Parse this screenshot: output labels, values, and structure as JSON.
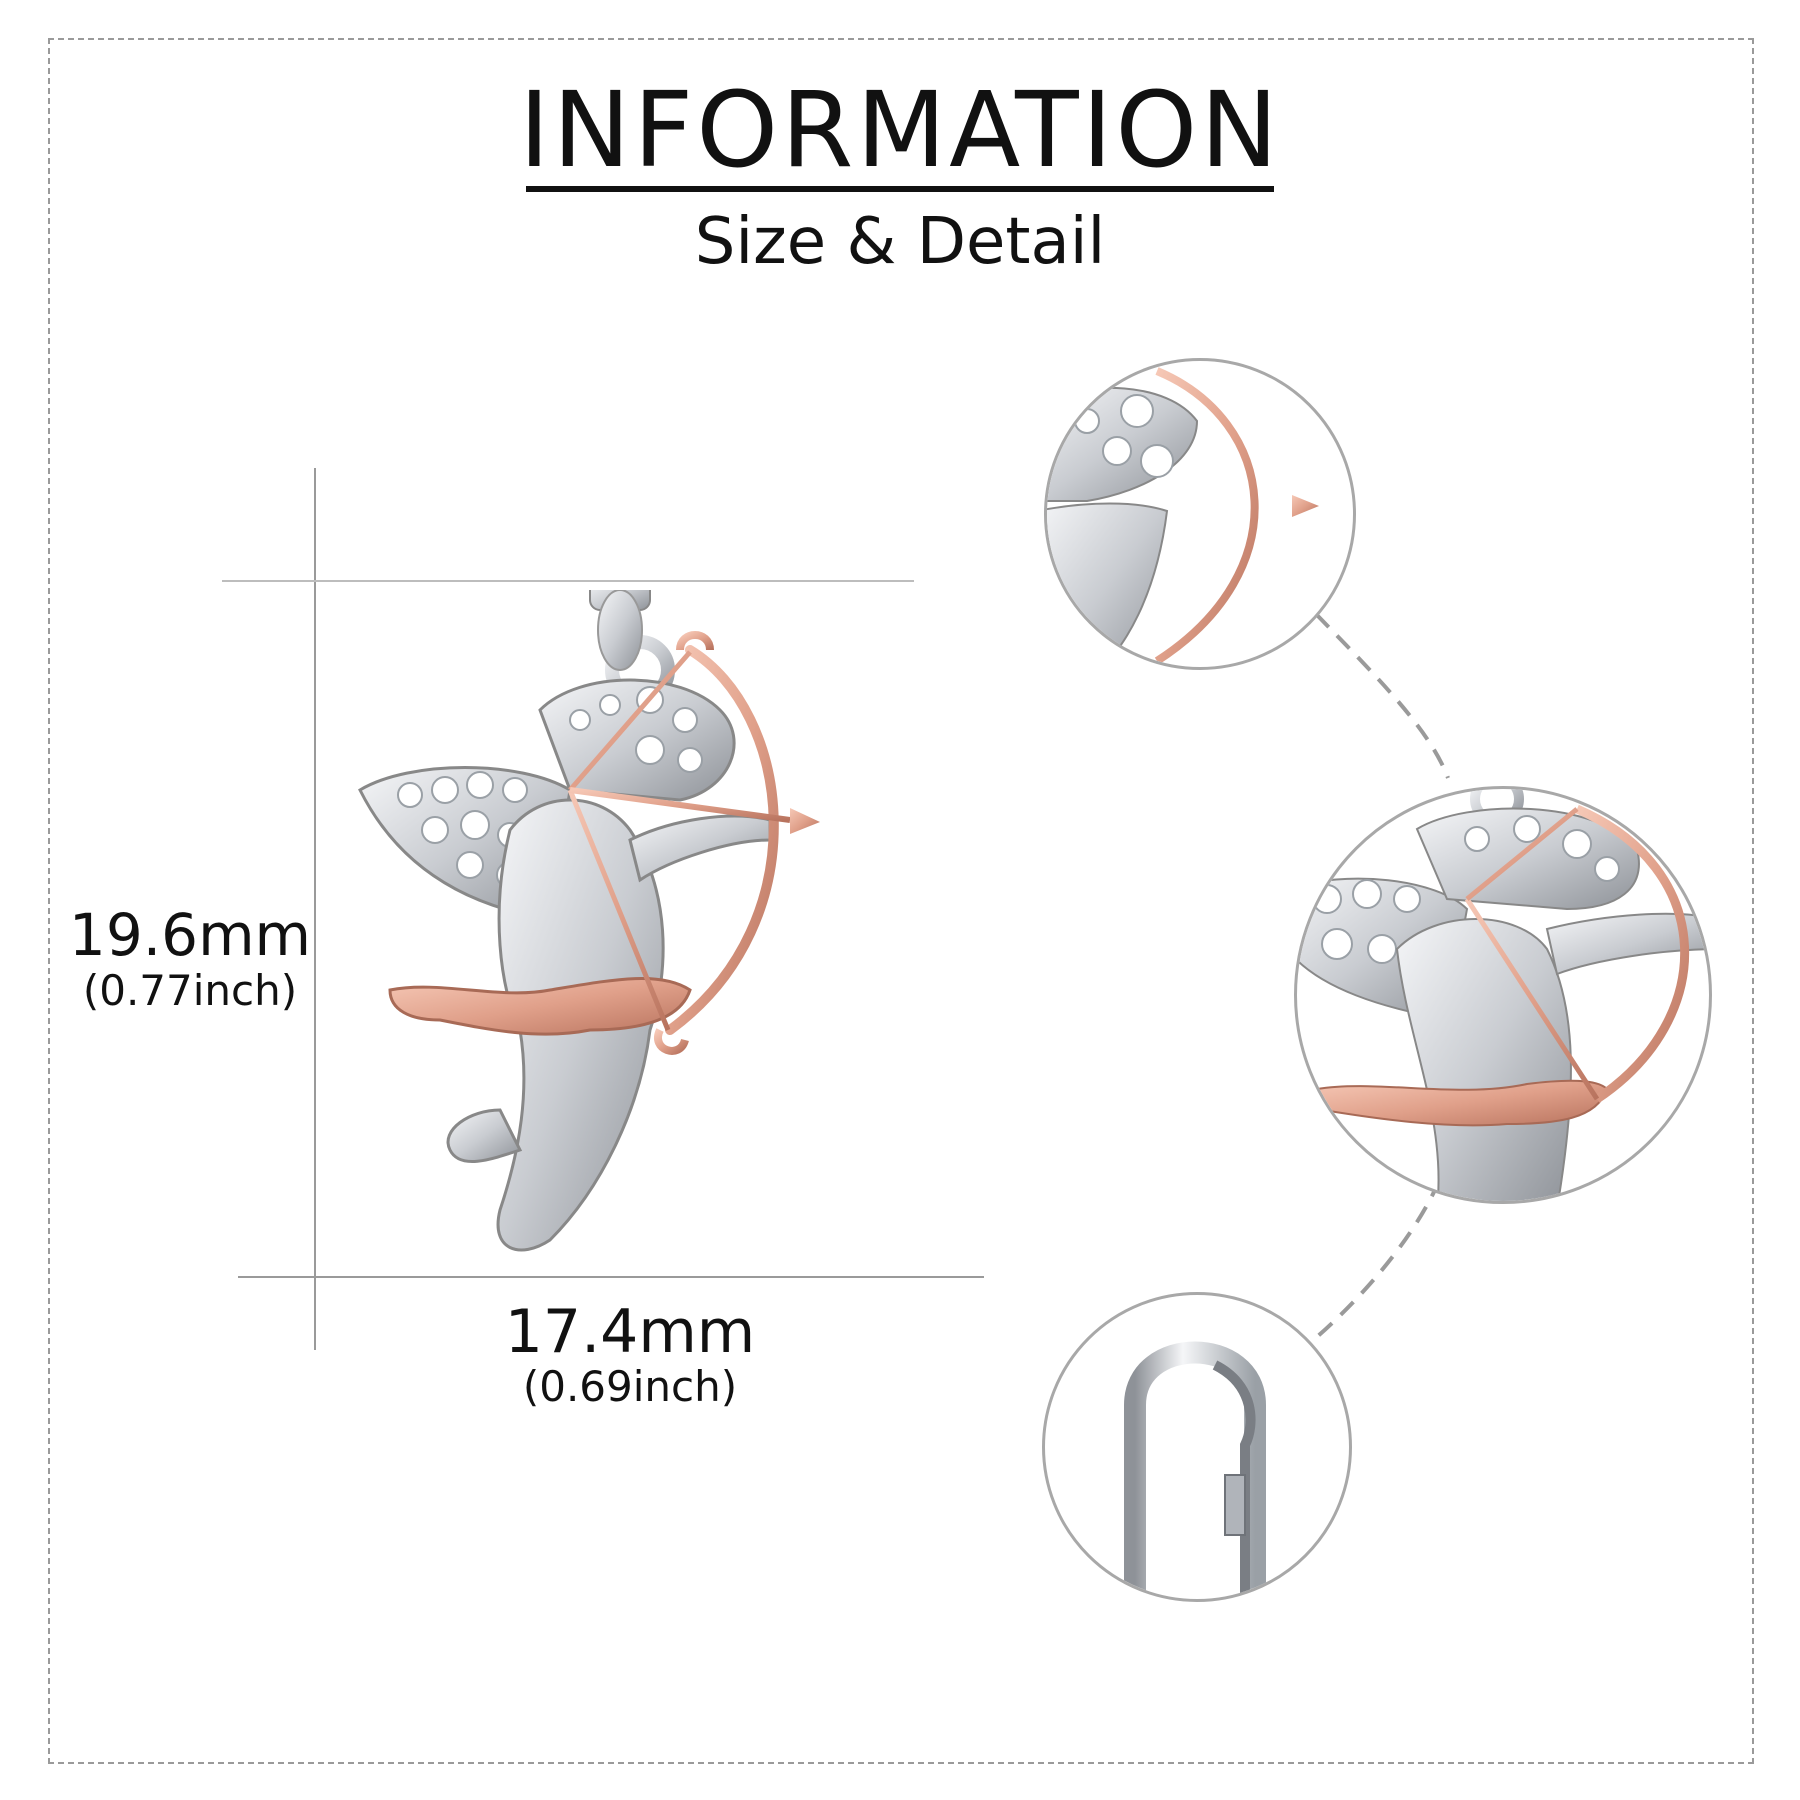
{
  "header": {
    "title": "INFORMATION",
    "subtitle": "Size & Detail"
  },
  "dimensions": {
    "height_mm": "19.6mm",
    "height_inch": "(0.77inch)",
    "width_mm": "17.4mm",
    "width_inch": "(0.69inch)"
  },
  "colors": {
    "silver": "#c9ccd1",
    "rose_gold": "#e0a08a",
    "line_gray": "#9a9a9a",
    "text": "#111111"
  },
  "details": [
    "cupid-bow-closeup",
    "cupid-body-closeup",
    "ear-hook-closeup"
  ]
}
